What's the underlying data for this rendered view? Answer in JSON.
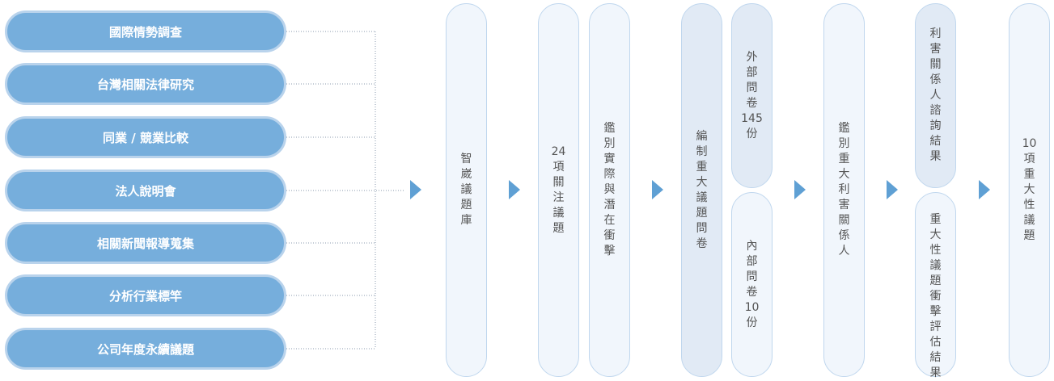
{
  "sources": [
    "國際情勢調查",
    "台灣相關法律研究",
    "同業 / 競業比較",
    "法人說明會",
    "相關新聞報導蒐集",
    "分析行業標竿",
    "公司年度永續議題"
  ],
  "steps": {
    "issue_bank": "智崴議題庫",
    "issues_24_num": "24",
    "issues_24_text": "項關注議題",
    "identify_impact": "鑑別實際與潛在衝擊",
    "compile_questionnaire": "編制重大議題問卷",
    "external_q_text": "外部問卷",
    "external_q_num": "145",
    "external_q_unit": "份",
    "internal_q_text": "內部問卷",
    "internal_q_num": "10",
    "internal_q_unit": "份",
    "identify_stakeholders": "鑑別重大利害關係人",
    "stakeholder_results": "利害關係人諮詢結果",
    "impact_results": "重大性議題衝擊評估結果",
    "material_num": "10",
    "material_text": "項重大性議題"
  },
  "colors": {
    "pill_fill": "#76aedc",
    "pill_border": "#b9d3ec",
    "column_border": "#c0d7ee",
    "arrow": "#5fa0d4"
  }
}
